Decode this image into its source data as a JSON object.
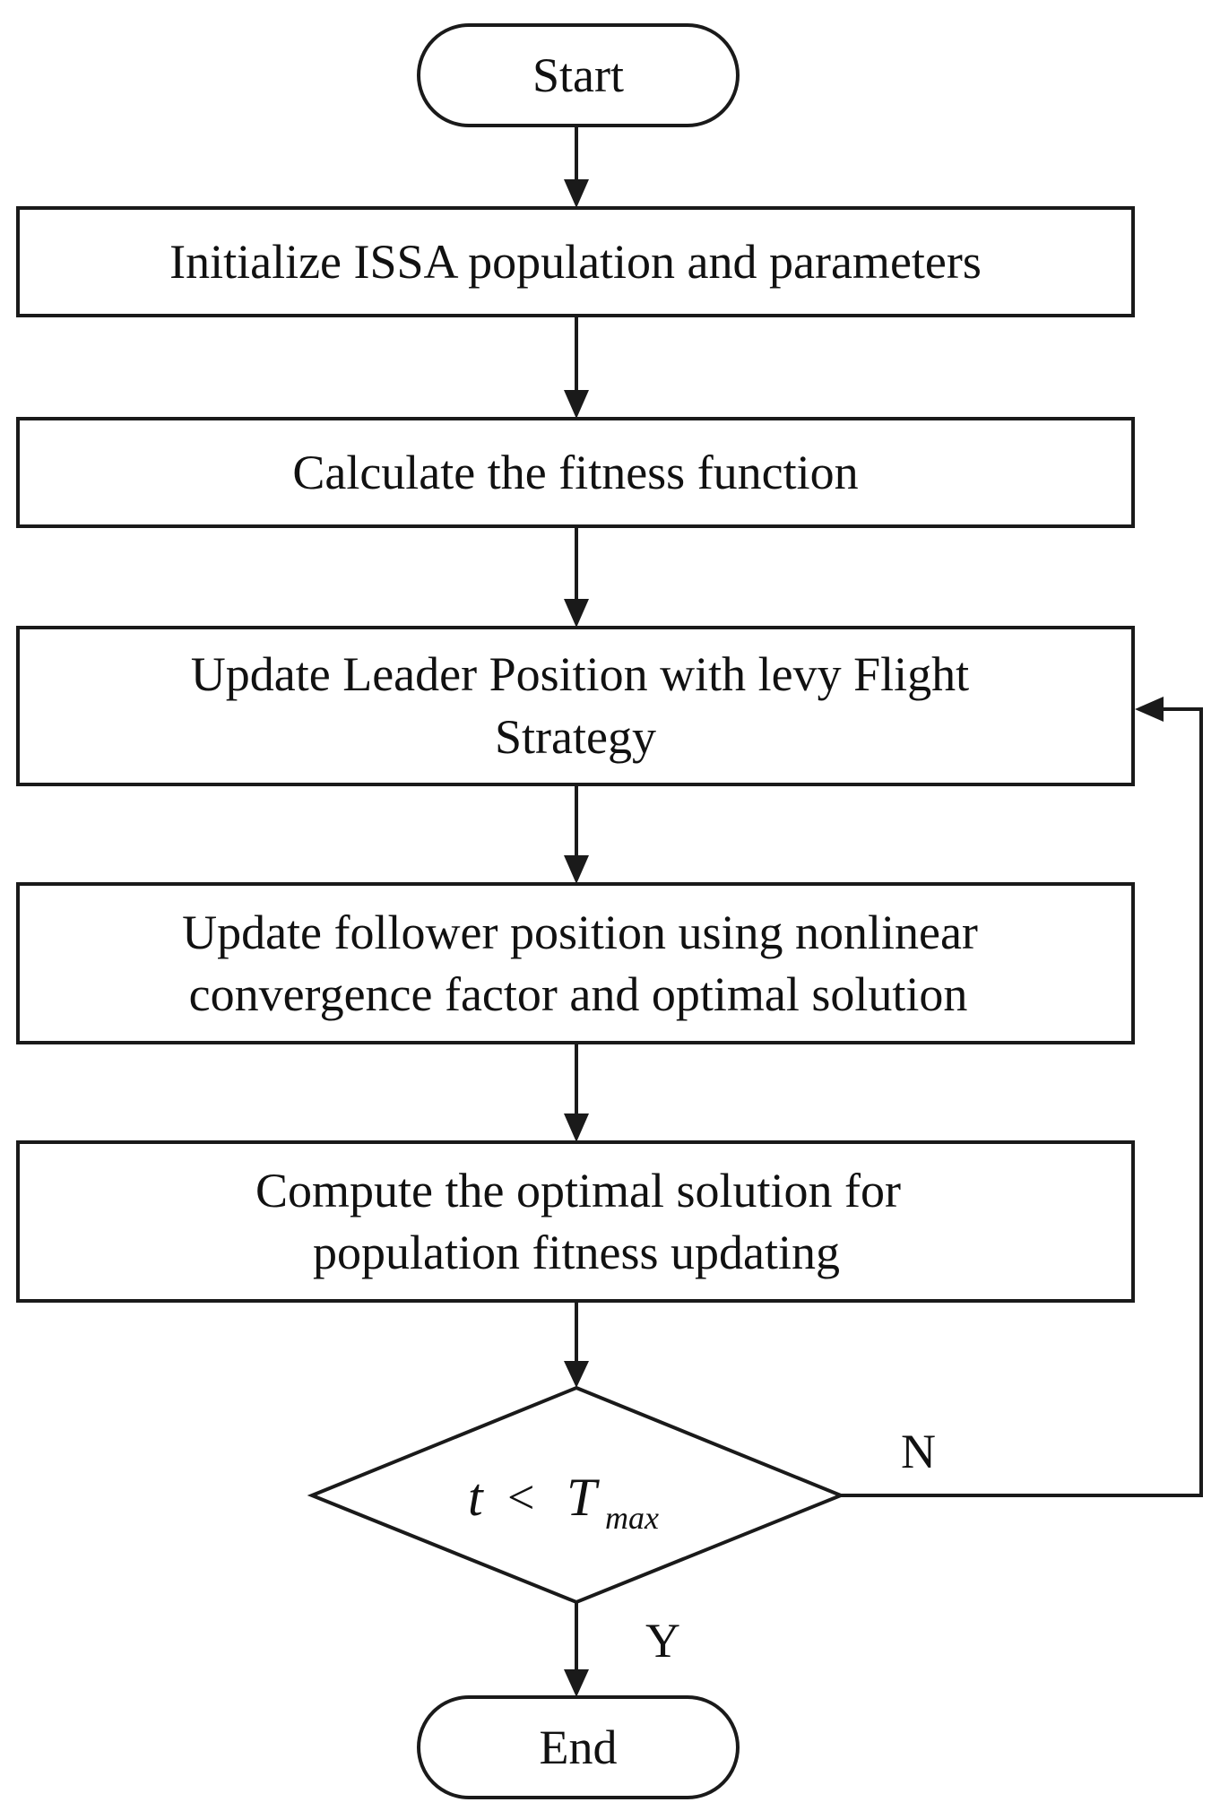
{
  "flowchart": {
    "start": {
      "label": "Start"
    },
    "step_initialize": {
      "label": "Initialize ISSA population and parameters"
    },
    "step_fitness": {
      "label": "Calculate the fitness function"
    },
    "step_leader": {
      "line1": "Update Leader Position with levy Flight",
      "line2": "Strategy"
    },
    "step_follower": {
      "line1": "Update follower position using nonlinear",
      "line2": "convergence factor and optimal solution"
    },
    "step_compute": {
      "line1": "Compute the optimal solution for",
      "line2": "population fitness updating"
    },
    "decision": {
      "var": "t",
      "op": "<",
      "bound": "T",
      "bound_sub": "max"
    },
    "branch_no": "N",
    "branch_yes": "Y",
    "end": {
      "label": "End"
    }
  }
}
